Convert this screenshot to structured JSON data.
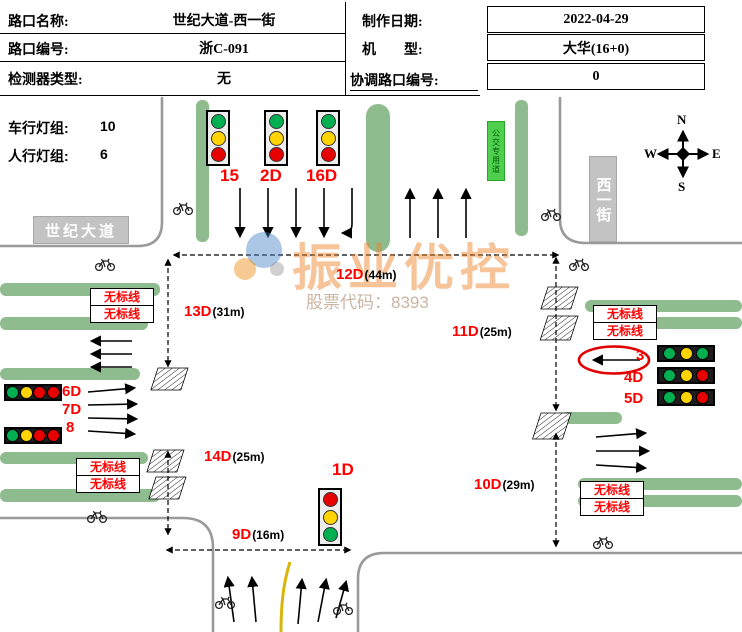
{
  "header": {
    "rows": [
      {
        "label": "路口名称:",
        "value": "世纪大道-西一街",
        "label2": "制作日期:",
        "value2": "2022-04-29"
      },
      {
        "label": "路口编号:",
        "value": "浙C-091",
        "label2": "机　　型:",
        "value2": "大华(16+0)"
      },
      {
        "label": "检测器类型:",
        "value": "无",
        "label2": "协调路口编号:",
        "value2": "0"
      }
    ]
  },
  "stats": {
    "vehicle_label": "车行灯组:",
    "vehicle_value": "10",
    "pedestrian_label": "人行灯组:",
    "pedestrian_value": "6"
  },
  "roads": {
    "west_name": "世纪大道",
    "east_name": "西一街",
    "bus_lane": "公交专用道"
  },
  "signal_labels": {
    "s15": "15",
    "s2d": "2D",
    "s16d": "16D",
    "s1d": "1D",
    "s3": "3",
    "s4d": "4D",
    "s5d": "5D",
    "s6d": "6D",
    "s7d": "7D",
    "s8": "8"
  },
  "distances": {
    "d9": {
      "id": "9D",
      "len": "(16m)"
    },
    "d10": {
      "id": "10D",
      "len": "(29m)"
    },
    "d11": {
      "id": "11D",
      "len": "(25m)"
    },
    "d12": {
      "id": "12D",
      "len": "(44m)"
    },
    "d13": {
      "id": "13D",
      "len": "(31m)"
    },
    "d14": {
      "id": "14D",
      "len": "(25m)"
    }
  },
  "markings": {
    "no_marking": "无标线"
  },
  "compass": {
    "n": "N",
    "e": "E",
    "s": "S",
    "w": "W"
  },
  "watermark": {
    "title": "振业优控",
    "subtitle": "股票代码：8393"
  },
  "colors": {
    "median_green": "#8FBC8F",
    "bus_lane_green": "#4ED04E",
    "label_red": "#FF0000",
    "road_gray": "#9A9A9A",
    "watermark_orange": "#ED7D31"
  }
}
